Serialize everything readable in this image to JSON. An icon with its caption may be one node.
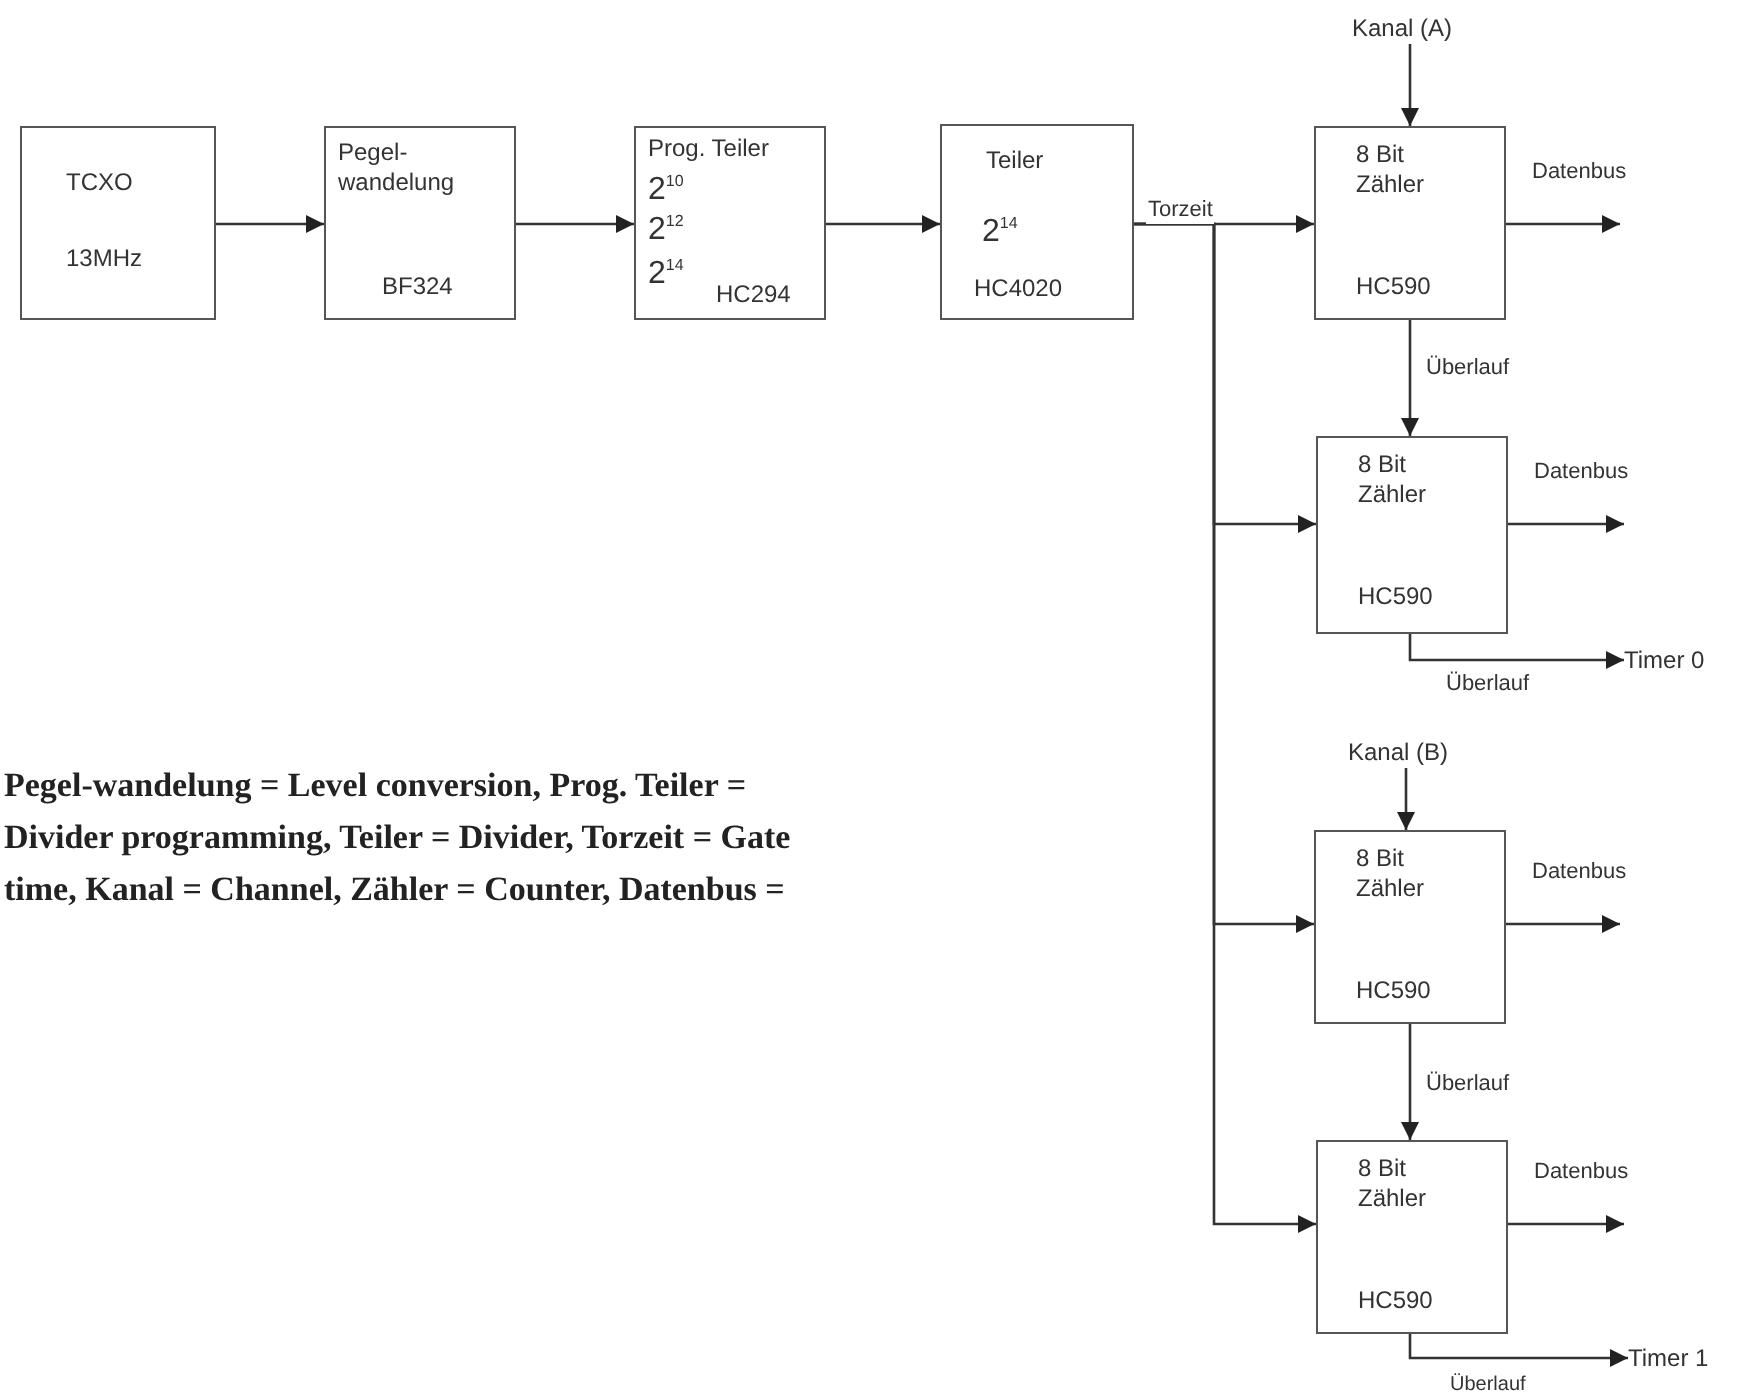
{
  "diagram": {
    "nodes": [
      {
        "text": [
          "TCXO",
          "13MHz"
        ]
      },
      {
        "text": [
          "Pegel-wandelung",
          "BF324"
        ]
      },
      {
        "text": [
          "Prog. Teiler",
          "2$^{10}$",
          "2$^{12}$",
          "2$^{14}$",
          "HC294"
        ]
      },
      {
        "text": [
          "Teiler",
          "2$^{14}$",
          "HC4020"
        ]
      },
      {
        "text": [
          "8 Bit Zähler",
          "HC590"
        ]
      },
      {
        "text": [
          "8 Bit Zähler",
          "HC590"
        ]
      },
      {
        "text": [
          "8 Bit Zähler",
          "HC590"
        ]
      },
      {
        "text": [
          "8 Bit Zähler",
          "HC590"
        ]
      },
      {
        "text": [
          "Kanal (A)"
        ]
      },
      {
        "text": [
          "Kanal (B)"
        ]
      },
      {
        "text": [
          "Timer 0"
        ]
      },
      {
        "text": [
          "Timer 1"
        ]
      }
    ],
    "edges": [
      {
        "from": 0,
        "to": 1,
        "arrow": "to"
      },
      {
        "from": 1,
        "to": 2,
        "arrow": "to"
      },
      {
        "from": 2,
        "to": 3,
        "arrow": "to"
      },
      {
        "from": 3,
        "to": 4,
        "arrow": "to",
        "label": "Torzeit"
      },
      {
        "from": 3,
        "to": 5,
        "arrow": "to"
      },
      {
        "from": 3,
        "to": 6,
        "arrow": "to"
      },
      {
        "from": 3,
        "to": 7,
        "arrow": "to"
      },
      {
        "from": 8,
        "to": 4,
        "arrow": "to"
      },
      {
        "from": 9,
        "to": 6,
        "arrow": "to"
      },
      {
        "from": 4,
        "to": 5,
        "arrow": "to",
        "label": "Überlauf"
      },
      {
        "from": 5,
        "to": 10,
        "arrow": "to",
        "label": "Überlauf"
      },
      {
        "from": 6,
        "to": 7,
        "arrow": "to",
        "label": "Überlauf"
      },
      {
        "from": 7,
        "to": 11,
        "arrow": "to",
        "label": "Überlauf"
      },
      {
        "from": 4,
        "to": null,
        "arrow": "to",
        "label": "Datenbus"
      },
      {
        "from": 5,
        "to": null,
        "arrow": "to",
        "label": "Datenbus"
      },
      {
        "from": 6,
        "to": null,
        "arrow": "to",
        "label": "Datenbus"
      },
      {
        "from": 7,
        "to": null,
        "arrow": "to",
        "label": "Datenbus"
      }
    ],
    "labels": [
      "Pegel-wandelung = Level conversion, Prog. Teiler = Divider programming, Teiler = Divider, Torzeit = Gate time, Kanal = Channel, Zähler = Counter, Datenbus ="
    ]
  }
}
